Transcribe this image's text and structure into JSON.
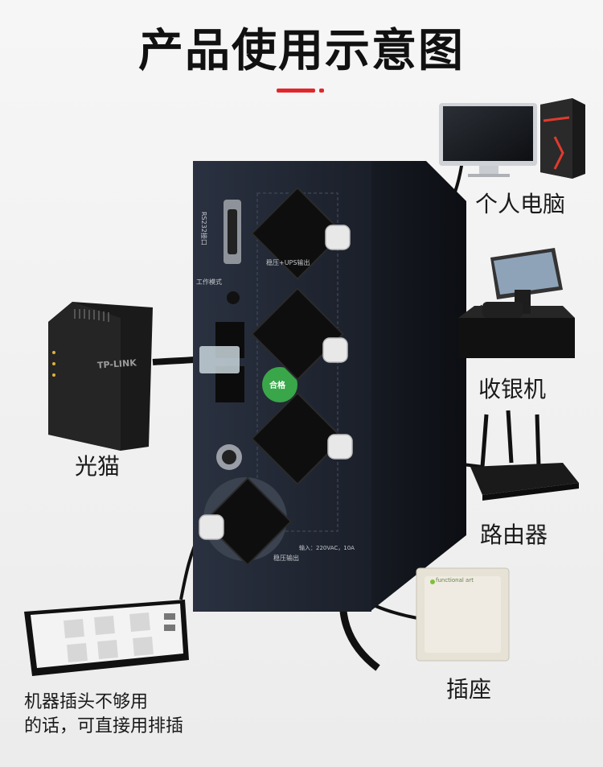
{
  "title": "产品使用示意图",
  "accent_color": "#e1262c",
  "labels": {
    "pc": "个人电脑",
    "cash_register": "收银机",
    "router": "路由器",
    "outlet": "插座",
    "modem": "光猫"
  },
  "note": {
    "line1": "机器插头不够用",
    "line2": "的话，可直接用排插"
  },
  "device_text": {
    "rs232": "RS232接口",
    "work_mode": "工作模式",
    "ups_output": "稳压+UPS输出",
    "regulated_output": "稳压输出",
    "input_spec": "输入：220VAC，10A",
    "cert": "合格",
    "modem_logo": "TP-LINK",
    "socket_panel": "functional art"
  }
}
